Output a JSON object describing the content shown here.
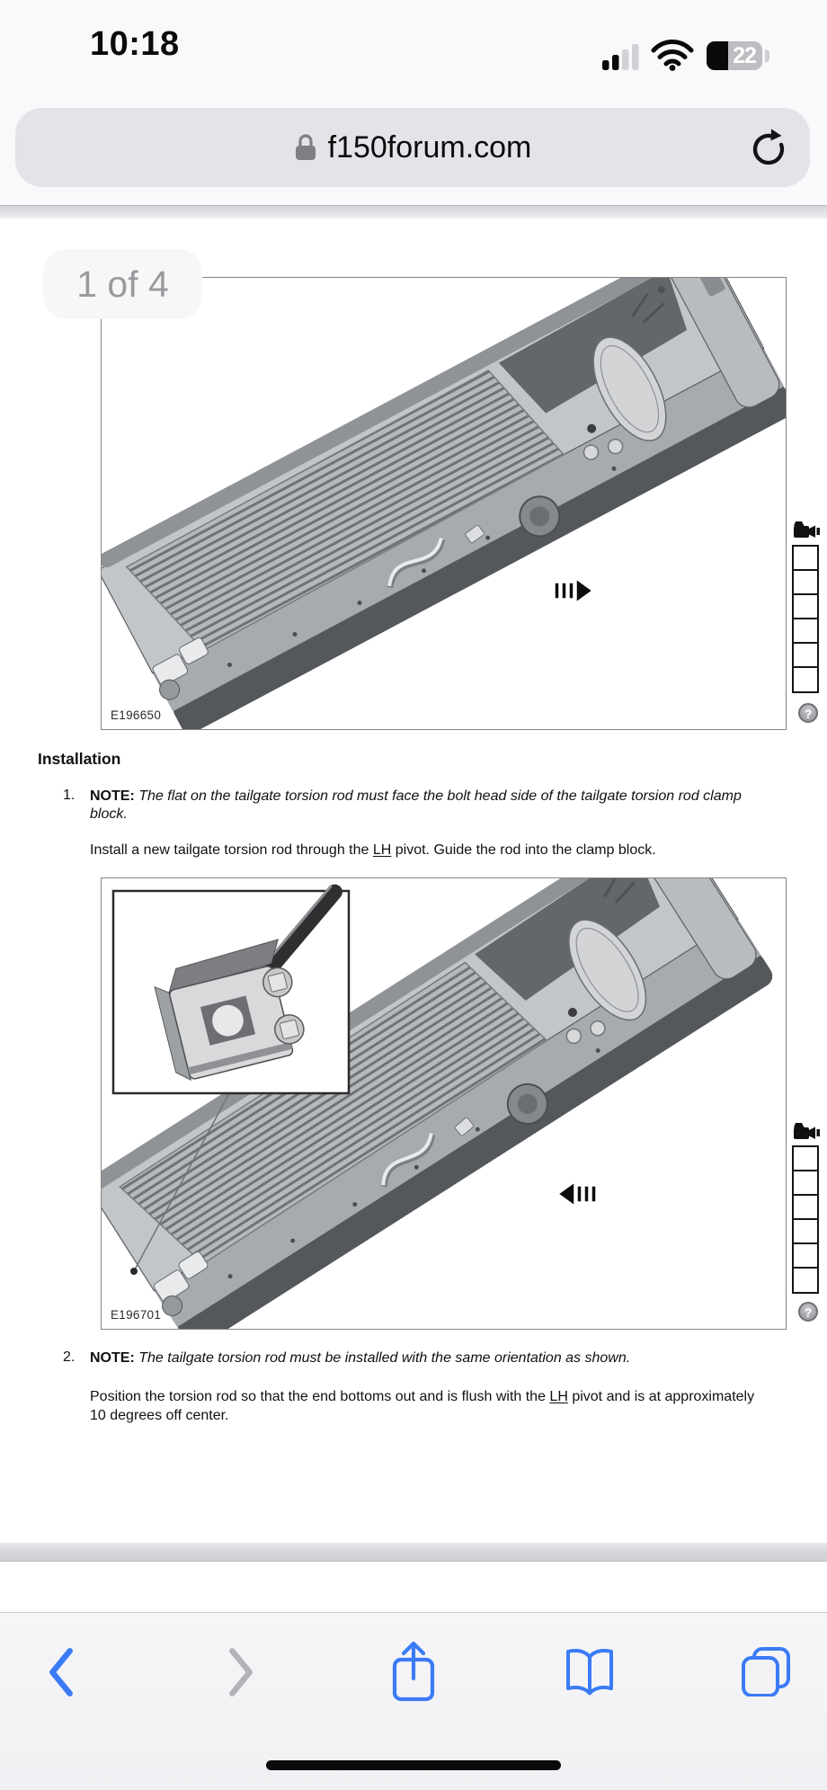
{
  "status_bar": {
    "time": "10:18",
    "battery_level": "22"
  },
  "url_bar": {
    "domain": "f150forum.com"
  },
  "content": {
    "figure_counter": "1 of 4",
    "heading": "Installation",
    "help_glyph": "?",
    "figures": [
      {
        "label": "E196650"
      },
      {
        "label": "E196701"
      }
    ],
    "items": [
      {
        "number": "1.",
        "note_label": "NOTE:",
        "note_lines": [
          "The flat on the tailgate torsion rod must face the bolt head side of the tailgate torsion rod clamp",
          "block."
        ],
        "body": {
          "pre": "Install a new tailgate torsion rod through the ",
          "link": "LH",
          "post": " pivot. Guide the rod into the clamp block."
        }
      },
      {
        "number": "2.",
        "note_label": "NOTE:",
        "note_lines": [
          "The tailgate torsion rod must be installed with the same orientation as shown."
        ],
        "body": {
          "pre": "Position the torsion rod so that the end bottoms out and is flush with the ",
          "link": "LH",
          "post": " pivot and is at approximately",
          "line2": "10 degrees off center."
        }
      }
    ]
  },
  "colors": {
    "accent_blue": "#3b7bf5",
    "chrome_bg": "#f9f9fb",
    "urlbar_bg": "#e3e3e8",
    "toolbar_bg": "#f2f2f4",
    "frame_border": "#85858a",
    "counter_text": "#9a9a9e"
  }
}
